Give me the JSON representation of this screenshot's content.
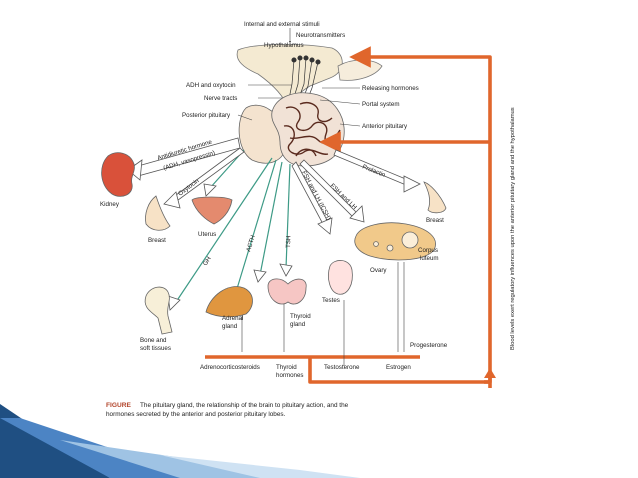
{
  "colors": {
    "accent": "#e0662c",
    "arrow_green": "#3d9a86",
    "slide_blue": "#1f4f82",
    "figure_label": "#b2442a"
  },
  "labels": {
    "stimuli": "Internal and external stimuli",
    "neurotransmitters": "Neurotransmitters",
    "hypothalamus": "Hypothalamus",
    "adh_oxytocin": "ADH and oxytocin",
    "nerve_tracts": "Nerve tracts",
    "posterior_pituitary": "Posterior pituitary",
    "releasing_hormones": "Releasing hormones",
    "portal_system": "Portal system",
    "anterior_pituitary": "Anterior pituitary",
    "antidiuretic": "Antidiuretic hormone",
    "adh_vasopressin": "(ADH, vasopressin)",
    "oxytocin": "Oxytocin",
    "kidney": "Kidney",
    "uterus": "Uterus",
    "breast_left": "Breast",
    "breast_right": "Breast",
    "prolactin": "Prolactin",
    "fsh_lh_right": "FSH and LH",
    "fsh_lh_icsh": "FSH and LH (ICSH)",
    "tsh": "TSH",
    "acth": "ACTH",
    "gh": "GH",
    "corpus": "Corpus",
    "luteum": "luteum",
    "ovary": "Ovary",
    "testes": "Testes",
    "adrenal": "Adrenal",
    "gland_adrenal": "gland",
    "thyroid": "Thyroid",
    "gland_thyroid": "gland",
    "bone": "Bone and",
    "soft_tissues": "soft tissues",
    "progesterone": "Progesterone",
    "adrenocorticosteroids": "Adrenocorticosteroids",
    "thyroid_hormones_1": "Thyroid",
    "thyroid_hormones_2": "hormones",
    "testosterone": "Testosterone",
    "estrogen": "Estrogen",
    "feedback": "Blood levels exert regulatory influences upon the anterior pituitary gland and the hypothalamus"
  },
  "caption": {
    "figure_label": "FIGURE",
    "line1": "The pituitary gland, the relationship of the brain to pituitary action, and the",
    "line2": "hormones secreted by the anterior and posterior pituitary lobes."
  }
}
